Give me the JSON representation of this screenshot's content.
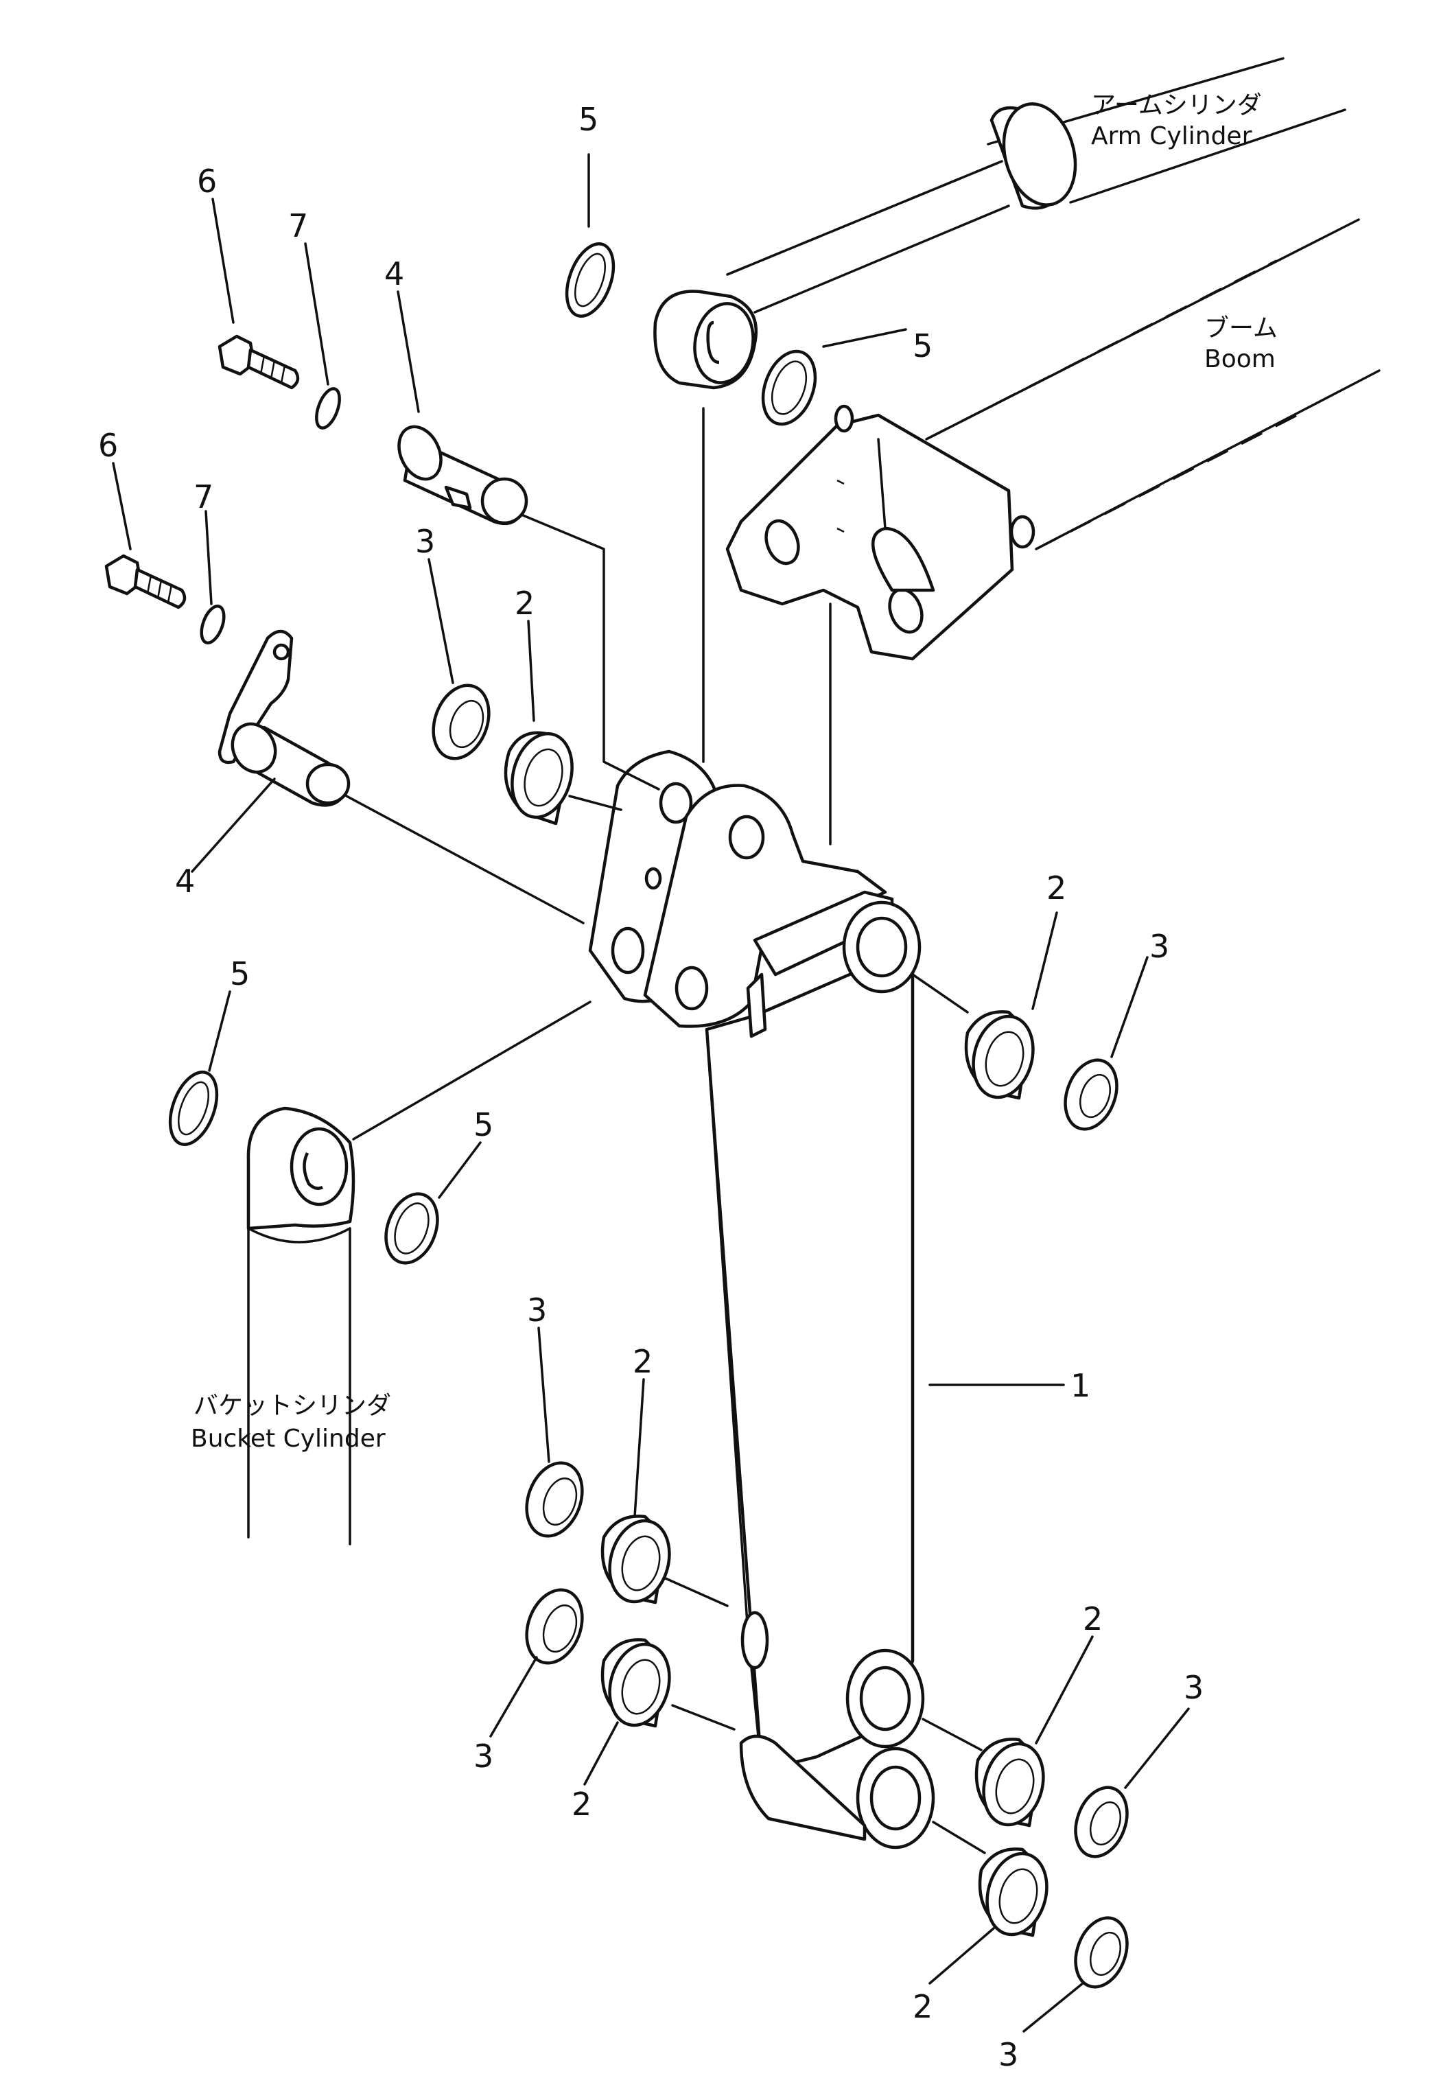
{
  "callouts": {
    "arm": "1",
    "bushing": "2",
    "seal": "3",
    "pin": "4",
    "shim": "5",
    "bolt": "6",
    "washer": "7"
  },
  "labels": {
    "arm_cylinder_jp": "アームシリンダ",
    "arm_cylinder_en": "Arm Cylinder",
    "boom_jp": "ブーム",
    "boom_en": "Boom",
    "bucket_cylinder_jp": "バケットシリンダ",
    "bucket_cylinder_en": "Bucket Cylinder"
  }
}
